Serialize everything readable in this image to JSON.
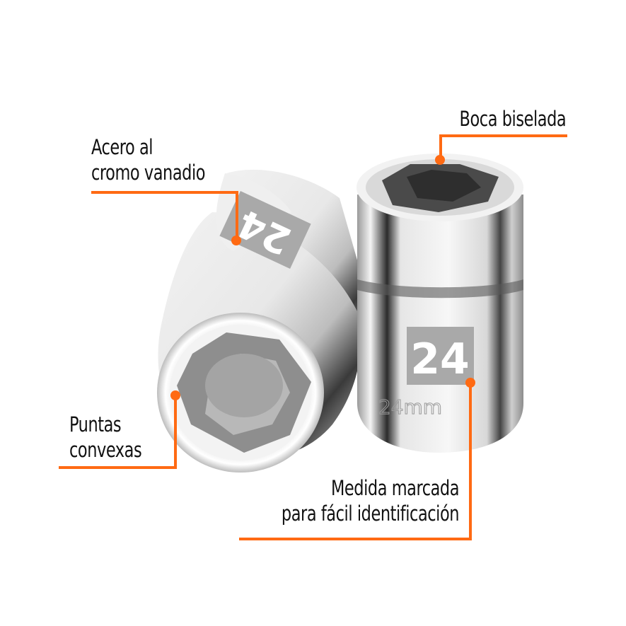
{
  "image": {
    "description": "Two chrome-vanadium 24mm hexagonal sockets with orange callout labels",
    "accent_color": "#FF6A13",
    "background": "#FFFFFF"
  },
  "callouts": [
    {
      "id": "material",
      "lines": [
        "Acero al",
        "cromo vanadio"
      ]
    },
    {
      "id": "bevel",
      "lines": [
        "Boca biselada"
      ]
    },
    {
      "id": "tips",
      "lines": [
        "Puntas",
        "convexas"
      ]
    },
    {
      "id": "size",
      "lines": [
        "Medida marcada",
        "para fácil identificación"
      ]
    }
  ],
  "socket_markings": {
    "size_badge": "24",
    "size_engraving": "24mm"
  }
}
